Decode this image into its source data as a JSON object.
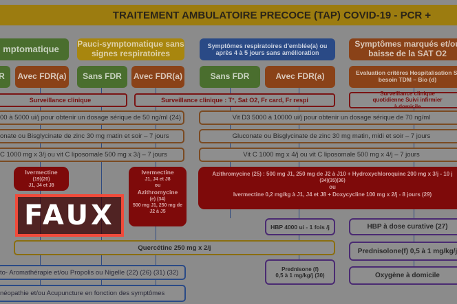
{
  "title": "TRAITEMENT AMBULATOIRE PRECOCE (TAP) COVID-19 - PCR +",
  "categories": {
    "asympto": "mptomatique",
    "pauci": "Pauci-symptomatique sans signes respiratoires",
    "respi": "Symptômes respiratoires d'emblée(a) ou après 4 à 5 jours sans amélioration",
    "marques": "Symptômes marqués et/ou baisse de la SAT O2"
  },
  "fdr": {
    "sans_partial": "R",
    "sans": "Sans FDR",
    "avec": "Avec FDR(a)",
    "evaluation": "Evaluation critères Hospitalisation Si besoin TDM – Bio (d)"
  },
  "surveillance": {
    "left": "Surveillance clinique",
    "middle": "Surveillance clinique : T°, Sat O2, Fr card, Fr respi",
    "right": "Surveillance clinique quotidienne Suivi infirmier à domicile"
  },
  "supplements": {
    "vitd_left": "00 à 5000 ui/j pour obtenir un dosage sérique de 50 ng/ml (24)",
    "vitd_right": "Vit D3 5000 à 10000 ui/j pour obtenir un dosage sérique de 70 ng/ml",
    "zinc_left": "onate ou Bisglycinate de zinc 30 mg matin et soir – 7 jours",
    "zinc_right": "Gluconate ou Bisglycinate de zinc 30 mg matin, midi et soir – 7 jours",
    "vitc_left": "C 1000 mg x 3/j ou vit C liposomale 500 mg x 3/j – 7 jours",
    "vitc_right": "Vit C 1000 mg x 4/j ou vit C liposomale 500 mg x 4/j – 7 jours"
  },
  "treatments": {
    "iver_left": {
      "name": "Ivermectine",
      "refs": "(19)(20)",
      "days": "J1, J4 et J8"
    },
    "iver_azithro": {
      "l1": "Ivermectine",
      "l2": "J1, J4 et J8",
      "l3": "ou",
      "l4": "Azithromycine",
      "l5": "(e) (34)",
      "l6": "500 mg J1, 250 mg de J2 à J5"
    },
    "azithro_big": {
      "l1": "Azithromycine (25) : 500 mg J1, 250 mg de J2 à J10 + Hydroxychloroquine 200 mg x 3/j - 10 j",
      "l2": "(34)(35)(36)",
      "l3": "ou",
      "l4": "Ivermectine 0,2 mg/kg à J1, J4 et J8 + Doxycycline 100 mg x 2/j - 8 jours (29)"
    },
    "hbp": "HBP 4000 ui - 1 fois /j",
    "hbp_curative": "HBP à dose curative (27)",
    "quercetine": "Quercétine 250 mg x 2/j",
    "prednisolone": "Prednisolone(f) 0,5 à 1 mg/kg/j",
    "prednisone": {
      "l1": "Prednisone (f)",
      "l2": "0,5 à 1 mg/kg/j (30)"
    },
    "oxygene": "Oxygène à domicile",
    "phyto": "to- Aromathérapie et/ou Propolis ou Nigelle (22) (26) (31) (32)",
    "homeo": "néopathie et/ou Acupuncture en fonction des symptômes"
  },
  "stamp": "FAUX"
}
